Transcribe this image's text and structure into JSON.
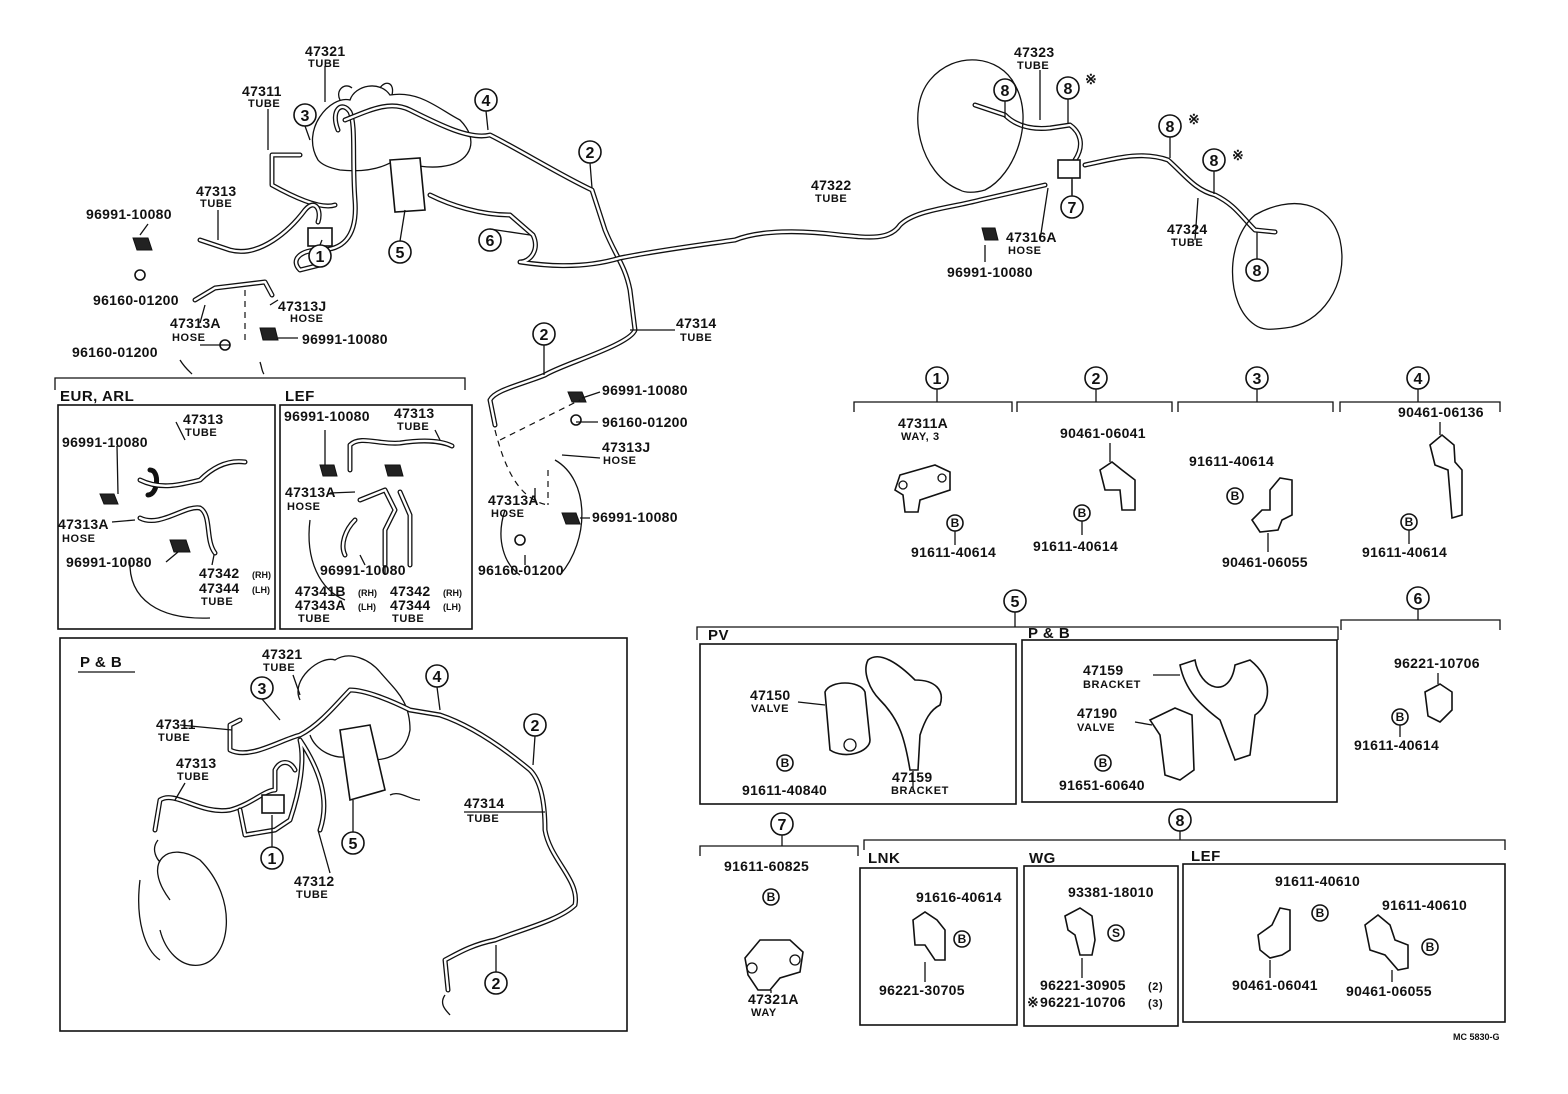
{
  "main": {
    "tube_47321": {
      "pn": "47321",
      "label": "TUBE"
    },
    "tube_47311": {
      "pn": "47311",
      "label": "TUBE"
    },
    "tube_47313": {
      "pn": "47313",
      "label": "TUBE"
    },
    "clip_96991_a": "96991-10080",
    "gasket_96160_a": "96160-01200",
    "hose_47313a": {
      "pn": "47313A",
      "label": "HOSE"
    },
    "hose_47313j": {
      "pn": "47313J",
      "label": "HOSE"
    },
    "gasket_96160_b": "96160-01200",
    "clip_96991_b": "96991-10080",
    "tube_47322": {
      "pn": "47322",
      "label": "TUBE"
    },
    "tube_47314": {
      "pn": "47314",
      "label": "TUBE"
    },
    "clip_96991_c": "96991-10080",
    "gasket_96160_c": "96160-01200",
    "hose_47313j_b": {
      "pn": "47313J",
      "label": "HOSE"
    },
    "hose_47313a_b": {
      "pn": "47313A",
      "label": "HOSE"
    },
    "clip_96991_d": "96991-10080",
    "gasket_96160_d": "96160-01200",
    "tube_47323": {
      "pn": "47323",
      "label": "TUBE"
    },
    "hose_47316a": {
      "pn": "47316A",
      "label": "HOSE"
    },
    "clip_96991_e": "96991-10080",
    "tube_47324": {
      "pn": "47324",
      "label": "TUBE"
    },
    "asterisk": "※",
    "callouts": {
      "c1": "1",
      "c2": "2",
      "c3": "3",
      "c4": "4",
      "c5": "5",
      "c6": "6",
      "c7": "7",
      "c8": "8"
    }
  },
  "eur_arl": {
    "title": "EUR, ARL",
    "tube_47313": {
      "pn": "47313",
      "label": "TUBE"
    },
    "clip_a": "96991-10080",
    "hose_47313a": {
      "pn": "47313A",
      "label": "HOSE"
    },
    "clip_b": "96991-10080",
    "tube_47342": {
      "pn": "47342",
      "suffix": "(RH)"
    },
    "tube_47344": {
      "pn": "47344",
      "suffix": "(LH)",
      "label": "TUBE"
    }
  },
  "lef_inset": {
    "title": "LEF",
    "clip_a": "96991-10080",
    "tube_47313": {
      "pn": "47313",
      "label": "TUBE"
    },
    "hose_47313a": {
      "pn": "47313A",
      "label": "HOSE"
    },
    "clip_b": "96991-10080",
    "tube_47341b": {
      "pn": "47341B",
      "suffix": "(RH)"
    },
    "tube_47343a": {
      "pn": "47343A",
      "suffix": "(LH)",
      "label": "TUBE"
    },
    "tube_47342": {
      "pn": "47342",
      "suffix": "(RH)"
    },
    "tube_47344": {
      "pn": "47344",
      "suffix": "(LH)",
      "label": "TUBE"
    }
  },
  "pb_inset": {
    "title": "P & B",
    "tube_47321": {
      "pn": "47321",
      "label": "TUBE"
    },
    "tube_47311": {
      "pn": "47311",
      "label": "TUBE"
    },
    "tube_47313": {
      "pn": "47313",
      "label": "TUBE"
    },
    "tube_47314": {
      "pn": "47314",
      "label": "TUBE"
    },
    "tube_47312": {
      "pn": "47312",
      "label": "TUBE"
    }
  },
  "detail_1": {
    "num": "1",
    "pn": "47311A",
    "label": "WAY, 3",
    "bolt_sym": "B",
    "bolt_pn": "91611-40614"
  },
  "detail_2": {
    "num": "2",
    "clamp_pn": "90461-06041",
    "bolt_sym": "B",
    "bolt_pn": "91611-40614"
  },
  "detail_3": {
    "num": "3",
    "bolt_pn": "91611-40614",
    "bolt_sym": "B",
    "clamp_pn": "90461-06055"
  },
  "detail_4": {
    "num": "4",
    "clamp_pn": "90461-06136",
    "bolt_sym": "B",
    "bolt_pn": "91611-40614"
  },
  "detail_5": {
    "num": "5",
    "pv": {
      "title": "PV",
      "valve_pn": "47150",
      "valve_label": "VALVE",
      "bolt_sym": "B",
      "bolt_pn": "91611-40840",
      "bracket_pn": "47159",
      "bracket_label": "BRACKET"
    },
    "pb": {
      "title": "P & B",
      "bracket_pn": "47159",
      "bracket_label": "BRACKET",
      "valve_pn": "47190",
      "valve_label": "VALVE",
      "bolt_sym": "B",
      "bolt_pn": "91651-60640"
    }
  },
  "detail_6": {
    "num": "6",
    "clamp_pn": "96221-10706",
    "bolt_sym": "B",
    "bolt_pn": "91611-40614"
  },
  "detail_7": {
    "num": "7",
    "bolt_pn": "91611-60825",
    "bolt_sym": "B",
    "way_pn": "47321A",
    "way_label": "WAY"
  },
  "detail_8": {
    "num": "8",
    "lnk": {
      "title": "LNK",
      "bolt_pn": "91616-40614",
      "bolt_sym": "B",
      "clamp_pn": "96221-30705"
    },
    "wg": {
      "title": "WG",
      "screw_pn": "93381-18010",
      "screw_sym": "S",
      "clamp_pn": "96221-30905",
      "clamp_qty": "(2)",
      "alt_mark": "※",
      "alt_pn": "96221-10706",
      "alt_qty": "(3)"
    },
    "lef": {
      "title": "LEF",
      "bolt_a": "91611-40610",
      "bolt_sym": "B",
      "clamp_a": "90461-06041",
      "bolt_b": "91611-40610",
      "clamp_b": "90461-06055"
    }
  },
  "footer": {
    "code": "MC 5830-G"
  }
}
